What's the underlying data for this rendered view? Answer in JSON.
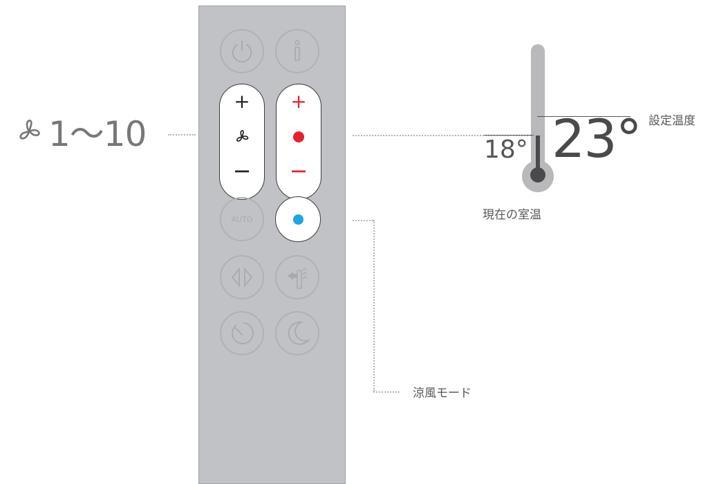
{
  "fan_speed": {
    "label": "1〜10",
    "icon": "fan-icon"
  },
  "remote": {
    "buttons": [
      {
        "name": "power-button",
        "icon": "power-icon"
      },
      {
        "name": "info-button",
        "icon": "info-icon"
      },
      {
        "name": "auto-button",
        "label": "AUTO"
      },
      {
        "name": "cool-mode-button",
        "icon": "blue-dot-icon"
      },
      {
        "name": "oscillation-button",
        "icon": "oscillation-icon"
      },
      {
        "name": "airflow-direction-button",
        "icon": "airflow-direction-icon"
      },
      {
        "name": "timer-button",
        "icon": "timer-icon"
      },
      {
        "name": "night-mode-button",
        "icon": "moon-icon"
      }
    ],
    "fan_pill": {
      "plus": "+",
      "minus": "−",
      "icon": "fan-icon"
    },
    "heat_pill": {
      "plus": "+",
      "minus": "−",
      "icon": "red-dot-icon"
    }
  },
  "thermometer": {
    "current_temp": "18°",
    "target_temp": "23°",
    "target_label": "設定温度",
    "current_label": "現在の室温"
  },
  "cool_mode_label": "涼風モード",
  "colors": {
    "remote_body": "#c1c2c6",
    "heat_red": "#e6202d",
    "cool_blue": "#1aa6e0",
    "thermo_gray": "#b9b9bc"
  }
}
